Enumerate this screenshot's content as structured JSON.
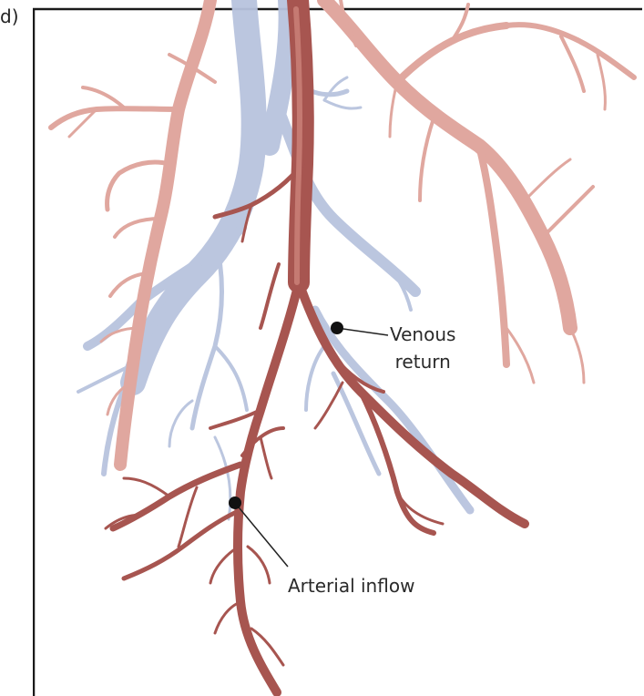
{
  "figure": {
    "panel_label": "d)",
    "labels": {
      "venous_line1": "Venous",
      "venous_line2": "return",
      "arterial": "Arterial inflow"
    },
    "colors": {
      "artery": "#a75550",
      "artery_highlight": "#c57a72",
      "artery_light": "#e8aaa2",
      "vein": "#b8c3de",
      "frame": "#1a1a1a",
      "leader": "#222222"
    }
  }
}
